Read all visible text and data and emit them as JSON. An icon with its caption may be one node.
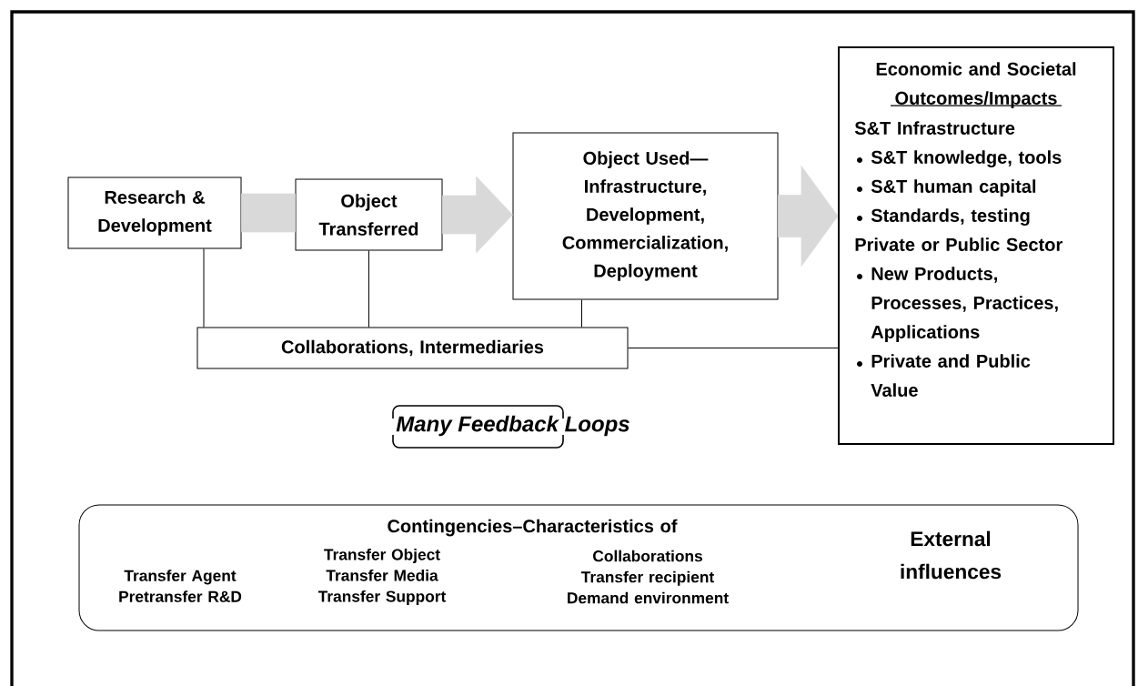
{
  "diagram": {
    "nodes": [
      {
        "text": [
          "Research & Development"
        ]
      },
      {
        "text": [
          "Object Transferred"
        ]
      },
      {
        "text": [
          "Object Used— Infrastructure, Development, Commercialization, Deployment"
        ]
      },
      {
        "text": [
          "Economic and Societal Outcomes/Impacts",
          "S&T Infrastructure",
          "S&T knowledge, tools",
          "S&T human capital",
          "Standards, testing",
          "Private or Public Sector",
          "New Products, Processes, Practices, Applications",
          "Private and Public Value"
        ]
      },
      {
        "text": [
          "Collaborations, Intermediaries"
        ]
      },
      {
        "text": [
          "Contingencies–Characteristics of",
          "Transfer Agent Pretransfer R&D",
          "Transfer Object Transfer Media Transfer Support",
          "Collaborations Transfer recipient Demand environment",
          "External influences"
        ]
      }
    ],
    "edges": [
      {
        "from": 0,
        "to": 1,
        "arrow": "none",
        "style": "thick",
        "color": "#d9d9d9"
      },
      {
        "from": 1,
        "to": 2,
        "arrow": "to",
        "style": "thick",
        "color": "#d9d9d9"
      },
      {
        "from": 2,
        "to": 3,
        "arrow": "to",
        "style": "thick",
        "color": "#d9d9d9"
      },
      {
        "from": 0,
        "to": 4,
        "arrow": "none"
      },
      {
        "from": 1,
        "to": 4,
        "arrow": "none"
      },
      {
        "from": 2,
        "to": 4,
        "arrow": "none"
      },
      {
        "from": 4,
        "to": 3,
        "arrow": "none"
      }
    ],
    "labels": [
      "Many Feedback Loops"
    ]
  }
}
